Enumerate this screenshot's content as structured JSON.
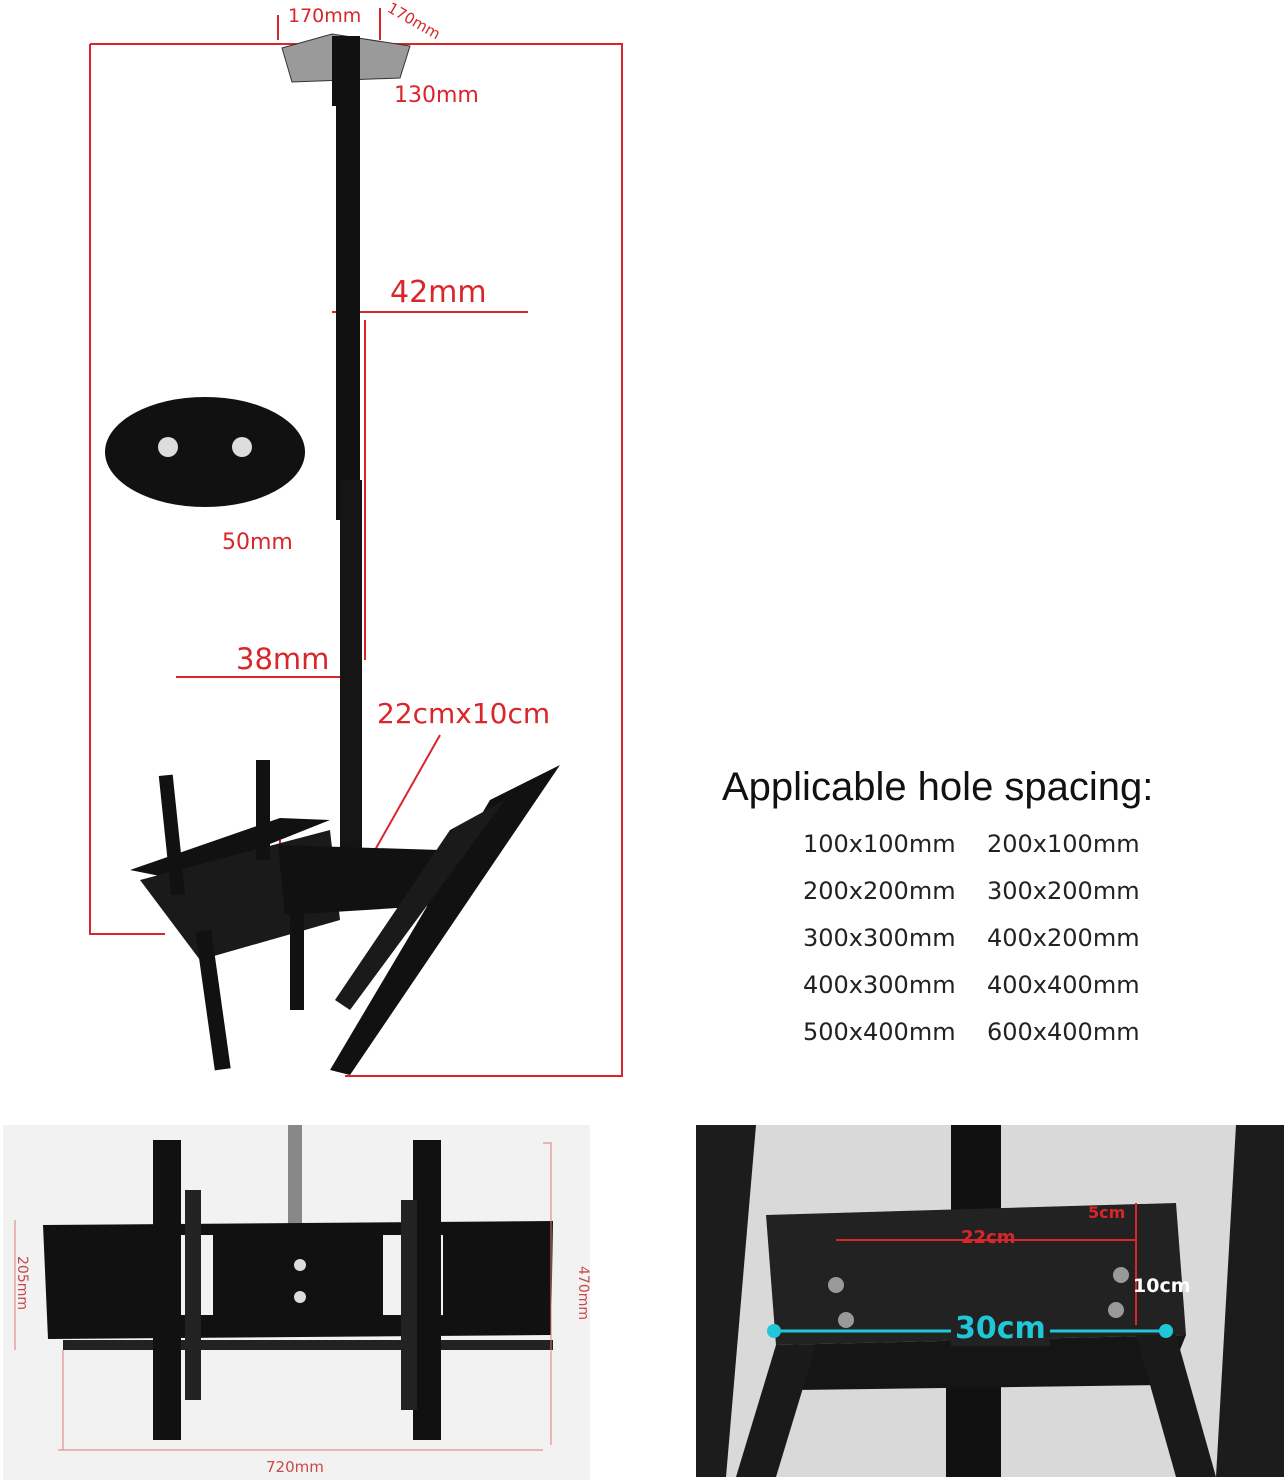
{
  "main_diagram": {
    "plate_width": "170mm",
    "plate_depth": "170mm",
    "plate_height": "130mm",
    "upper_tube": "42mm",
    "hole_spacing_detail": "50mm",
    "lower_tube": "38mm",
    "bracket_size": "22cmx10cm",
    "colors": {
      "dimension_line": "#d8262b",
      "metal": "#111111"
    }
  },
  "hole_spacing": {
    "title": "Applicable hole spacing:",
    "sizes": [
      "100x100mm",
      "200x100mm",
      "200x200mm",
      "300x200mm",
      "300x300mm",
      "400x200mm",
      "400x300mm",
      "400x400mm",
      "500x400mm",
      "600x400mm"
    ]
  },
  "front_view": {
    "height_left": "205mm",
    "height_right": "470mm",
    "width": "720mm"
  },
  "bracket_closeup": {
    "length": "22cm",
    "depth": "5cm",
    "height": "10cm",
    "width": "30cm",
    "accent": "#1fc7d8"
  }
}
